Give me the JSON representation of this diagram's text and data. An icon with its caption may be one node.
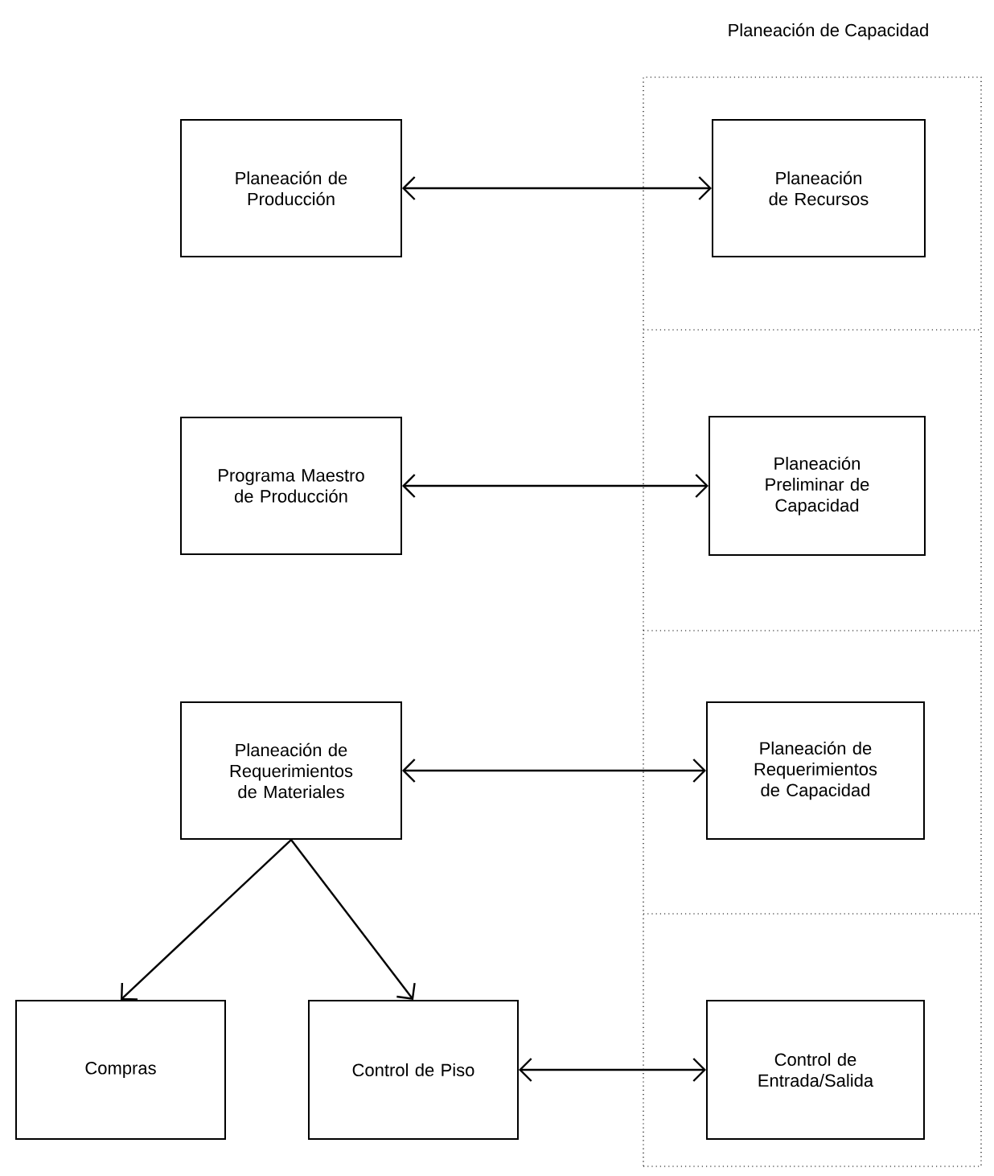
{
  "diagram": {
    "nodes": [
      {
        "text": [
          "Planeación de Capacidad"
        ]
      },
      {
        "text": [
          "Planeación de Producción"
        ]
      },
      {
        "text": [
          "Planeación de Recursos"
        ],
        "in": 0
      },
      {
        "text": [
          "Programa Maestro de Producción"
        ]
      },
      {
        "text": [
          "Planeación Preliminar de Capacidad"
        ],
        "in": 0
      },
      {
        "text": [
          "Planeación de Requerimientos de Materiales"
        ]
      },
      {
        "text": [
          "Planeación de Requerimientos de Capacidad"
        ],
        "in": 0
      },
      {
        "text": [
          "Compras"
        ]
      },
      {
        "text": [
          "Control de Piso"
        ]
      },
      {
        "text": [
          "Control de Entrada/Salida"
        ],
        "in": 0
      }
    ],
    "edges": [
      {
        "from": 1,
        "to": 2,
        "arrow": "both"
      },
      {
        "from": 3,
        "to": 4,
        "arrow": "both"
      },
      {
        "from": 5,
        "to": 6,
        "arrow": "both"
      },
      {
        "from": 5,
        "to": 7,
        "arrow": "to"
      },
      {
        "from": 5,
        "to": 8,
        "arrow": "to"
      },
      {
        "from": 8,
        "to": 9,
        "arrow": "both"
      }
    ]
  }
}
